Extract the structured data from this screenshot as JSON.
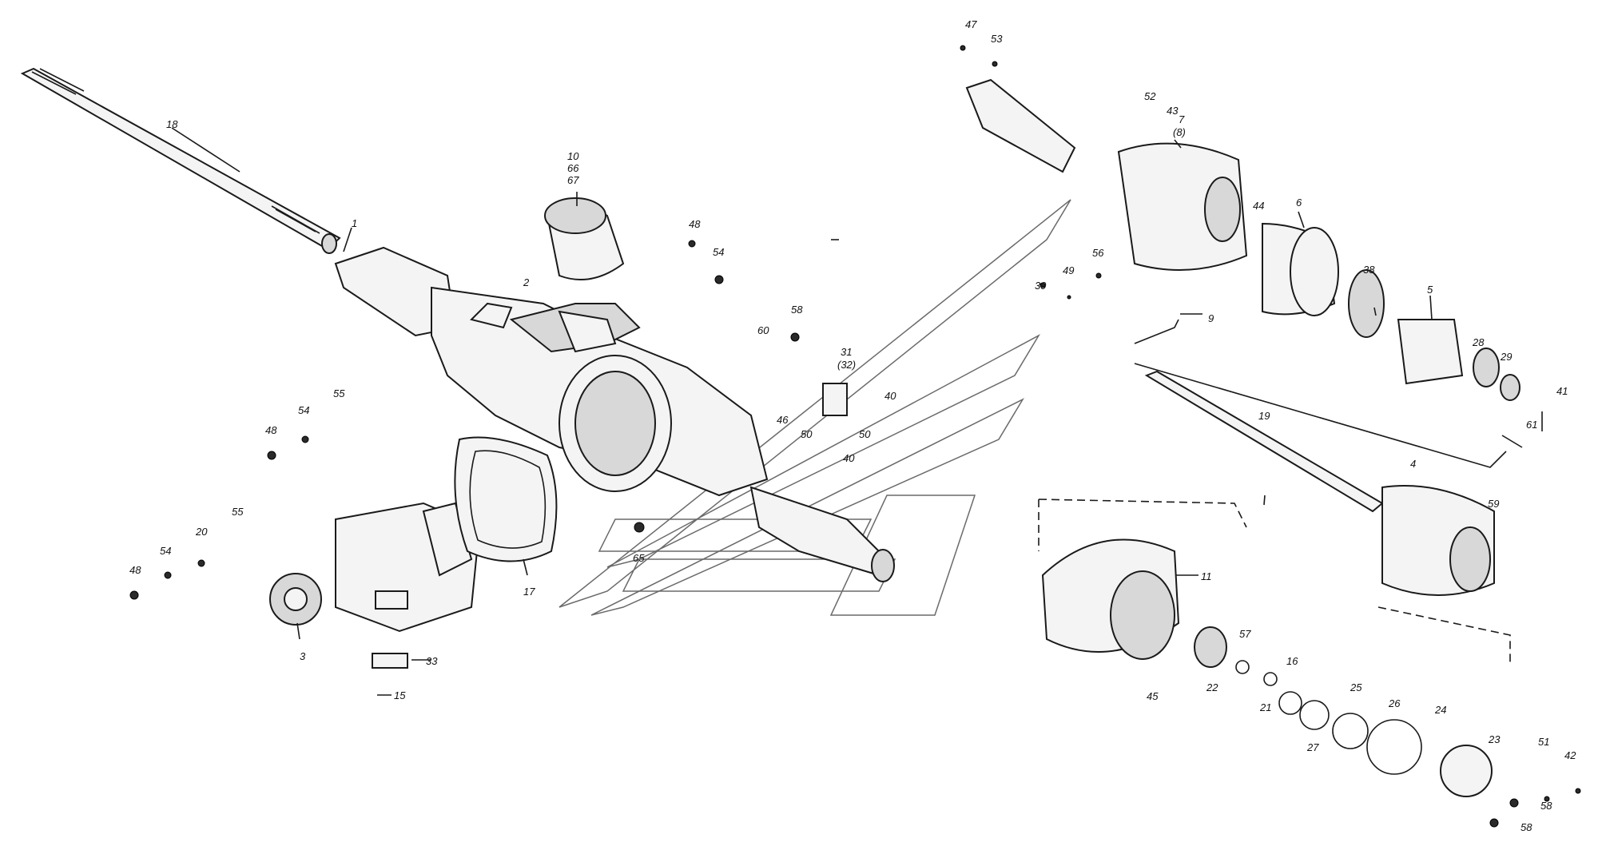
{
  "callouts": [
    {
      "id": "c1",
      "text": "1"
    },
    {
      "id": "c2",
      "text": "2"
    },
    {
      "id": "c3",
      "text": "3"
    },
    {
      "id": "c4",
      "text": "4"
    },
    {
      "id": "c5",
      "text": "5"
    },
    {
      "id": "c6",
      "text": "6"
    },
    {
      "id": "c7a",
      "text": "7"
    },
    {
      "id": "c7b",
      "text": "(8)"
    },
    {
      "id": "c9",
      "text": "9"
    },
    {
      "id": "c10a",
      "text": "10"
    },
    {
      "id": "c10b",
      "text": "66"
    },
    {
      "id": "c10c",
      "text": "67"
    },
    {
      "id": "c11",
      "text": "11"
    },
    {
      "id": "c15",
      "text": "15"
    },
    {
      "id": "c16",
      "text": "16"
    },
    {
      "id": "c17",
      "text": "17"
    },
    {
      "id": "c18",
      "text": "18"
    },
    {
      "id": "c19",
      "text": "19"
    },
    {
      "id": "c20",
      "text": "20"
    },
    {
      "id": "c21",
      "text": "21"
    },
    {
      "id": "c22",
      "text": "22"
    },
    {
      "id": "c23",
      "text": "23"
    },
    {
      "id": "c24",
      "text": "24"
    },
    {
      "id": "c25",
      "text": "25"
    },
    {
      "id": "c26",
      "text": "26"
    },
    {
      "id": "c27",
      "text": "27"
    },
    {
      "id": "c28",
      "text": "28"
    },
    {
      "id": "c29",
      "text": "29"
    },
    {
      "id": "c31a",
      "text": "31"
    },
    {
      "id": "c31b",
      "text": "(32)"
    },
    {
      "id": "c33",
      "text": "33"
    },
    {
      "id": "c38",
      "text": "38"
    },
    {
      "id": "c39",
      "text": "39"
    },
    {
      "id": "c40a",
      "text": "40"
    },
    {
      "id": "c40b",
      "text": "40"
    },
    {
      "id": "c41",
      "text": "41"
    },
    {
      "id": "c42",
      "text": "42"
    },
    {
      "id": "c43",
      "text": "43"
    },
    {
      "id": "c44",
      "text": "44"
    },
    {
      "id": "c45",
      "text": "45"
    },
    {
      "id": "c46",
      "text": "46"
    },
    {
      "id": "c47",
      "text": "47"
    },
    {
      "id": "c48a",
      "text": "48"
    },
    {
      "id": "c48b",
      "text": "48"
    },
    {
      "id": "c48c",
      "text": "48"
    },
    {
      "id": "c49",
      "text": "49"
    },
    {
      "id": "c50a",
      "text": "50"
    },
    {
      "id": "c50b",
      "text": "50"
    },
    {
      "id": "c51",
      "text": "51"
    },
    {
      "id": "c52",
      "text": "52"
    },
    {
      "id": "c53",
      "text": "53"
    },
    {
      "id": "c54a",
      "text": "54"
    },
    {
      "id": "c54b",
      "text": "54"
    },
    {
      "id": "c54c",
      "text": "54"
    },
    {
      "id": "c55a",
      "text": "55"
    },
    {
      "id": "c55b",
      "text": "55"
    },
    {
      "id": "c56",
      "text": "56"
    },
    {
      "id": "c57",
      "text": "57"
    },
    {
      "id": "c58a",
      "text": "58"
    },
    {
      "id": "c58b",
      "text": "58"
    },
    {
      "id": "c58c",
      "text": "58"
    },
    {
      "id": "c59",
      "text": "59"
    },
    {
      "id": "c60",
      "text": "60"
    },
    {
      "id": "c61",
      "text": "61"
    },
    {
      "id": "c65",
      "text": "65"
    }
  ]
}
